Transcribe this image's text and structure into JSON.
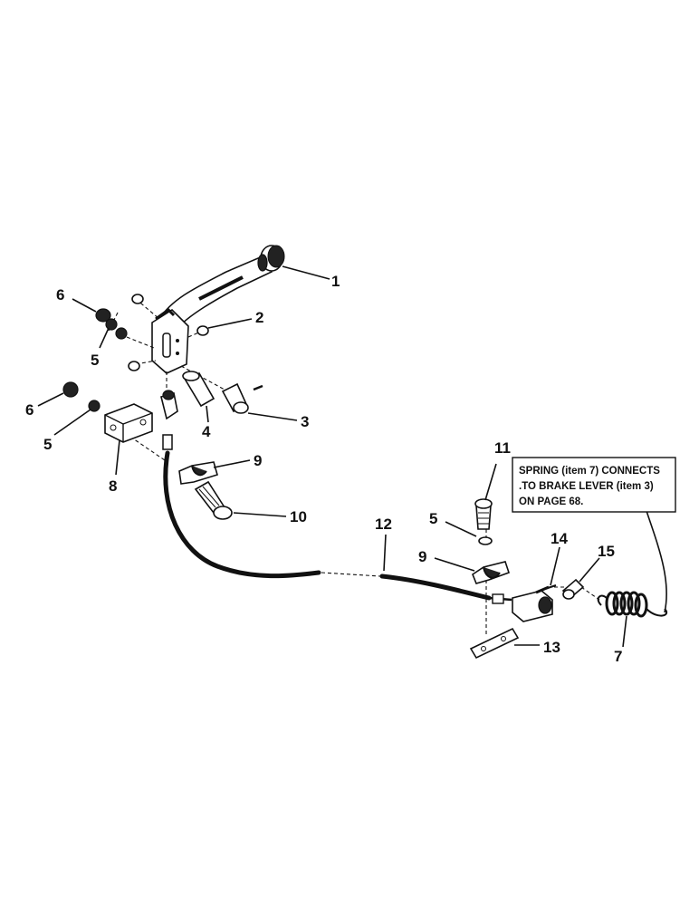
{
  "callouts": {
    "c1": "1",
    "c2": "2",
    "c3": "3",
    "c4": "4",
    "c5a": "5",
    "c5b": "5",
    "c5c": "5",
    "c6a": "6",
    "c6b": "6",
    "c7": "7",
    "c8": "8",
    "c9a": "9",
    "c9b": "9",
    "c10": "10",
    "c11": "11",
    "c12": "12",
    "c13": "13",
    "c14": "14",
    "c15": "15"
  },
  "note": {
    "line1": "SPRING (item 7) CONNECTS",
    "line2": ".TO BRAKE LEVER (item 3)",
    "line3": "ON PAGE 68."
  }
}
